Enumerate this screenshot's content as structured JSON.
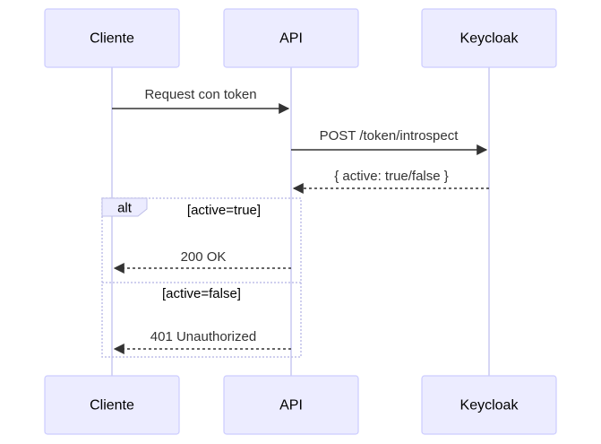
{
  "participants": {
    "cliente": "Cliente",
    "api": "API",
    "keycloak": "Keycloak"
  },
  "messages": {
    "request": "Request con token",
    "introspect": "POST /token/introspect",
    "introspect_reply": "{ active: true/false }",
    "ok": "200 OK",
    "unauthorized": "401 Unauthorized"
  },
  "alt_frame": {
    "label": "alt",
    "cond_true": "[active=true]",
    "cond_false": "[active=false]"
  },
  "colors": {
    "actor_fill": "#ECECFF",
    "actor_stroke": "#CCCCFF",
    "line": "#333333"
  }
}
